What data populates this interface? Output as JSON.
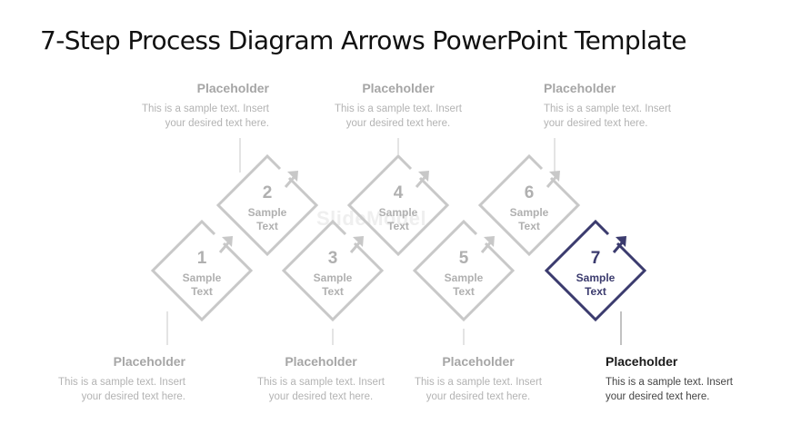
{
  "title": "7-Step Process Diagram Arrows PowerPoint Template",
  "watermark": "SlideModel",
  "colors": {
    "muted_stroke": "#c8c8c8",
    "muted_text": "#b0b0b0",
    "active": "#3b3b6e"
  },
  "steps": [
    {
      "number": "1",
      "line1": "Sample",
      "line2": "Text",
      "active": false
    },
    {
      "number": "2",
      "line1": "Sample",
      "line2": "Text",
      "active": false
    },
    {
      "number": "3",
      "line1": "Sample",
      "line2": "Text",
      "active": false
    },
    {
      "number": "4",
      "line1": "Sample",
      "line2": "Text",
      "active": false
    },
    {
      "number": "5",
      "line1": "Sample",
      "line2": "Text",
      "active": false
    },
    {
      "number": "6",
      "line1": "Sample",
      "line2": "Text",
      "active": false
    },
    {
      "number": "7",
      "line1": "Sample",
      "line2": "Text",
      "active": true
    }
  ],
  "captions": {
    "top": [
      {
        "heading": "Placeholder",
        "body1": "This is a sample text. Insert",
        "body2": "your desired text here."
      },
      {
        "heading": "Placeholder",
        "body1": "This is a sample text. Insert",
        "body2": "your desired text here."
      },
      {
        "heading": "Placeholder",
        "body1": "This is a sample text. Insert",
        "body2": "your desired text here."
      }
    ],
    "bottom": [
      {
        "heading": "Placeholder",
        "body1": "This is a sample text. Insert",
        "body2": "your desired text here."
      },
      {
        "heading": "Placeholder",
        "body1": "This is a sample text. Insert",
        "body2": "your desired text here."
      },
      {
        "heading": "Placeholder",
        "body1": "This is a sample text. Insert",
        "body2": "your desired text here."
      },
      {
        "heading": "Placeholder",
        "body1": "This is a sample text. Insert",
        "body2": "your desired text here."
      }
    ]
  }
}
